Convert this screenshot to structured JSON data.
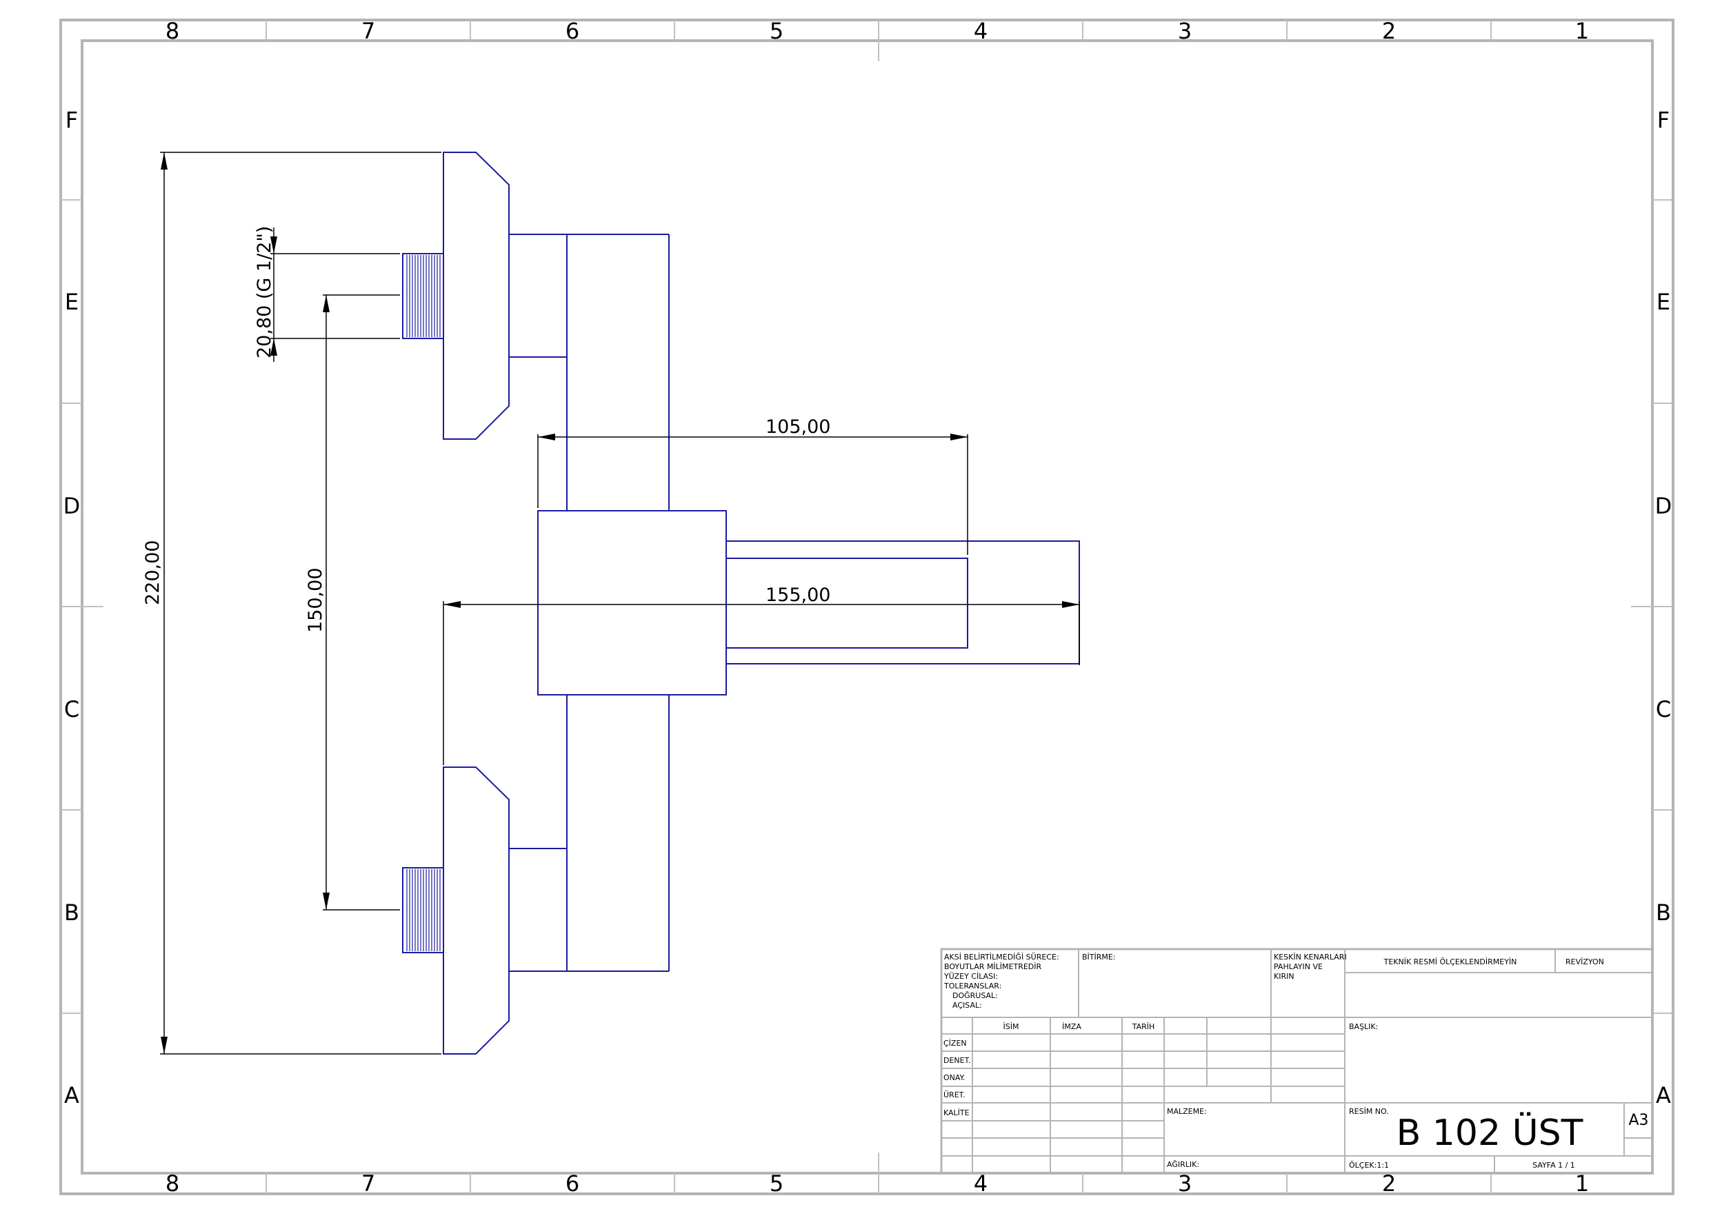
{
  "zones": {
    "columns": [
      "8",
      "7",
      "6",
      "5",
      "4",
      "3",
      "2",
      "1"
    ],
    "rows": [
      "F",
      "E",
      "D",
      "C",
      "B",
      "A"
    ]
  },
  "dimensions": {
    "overall_height": "220,00",
    "port_spacing": "150,00",
    "thread": "20,80 (G 1/2\")",
    "outlet_length": "105,00",
    "outlet_total": "155,00"
  },
  "title_block": {
    "notes": [
      "AKSİ BELİRTİLMEDİĞİ SÜRECE:",
      "BOYUTLAR MİLİMETREDİR",
      "YÜZEY CİLASI:",
      "TOLERANSLAR:",
      "DOĞRUSAL:",
      "AÇISAL:"
    ],
    "finish_label": "BİTİRME:",
    "edges_note": [
      "KESKİN KENARLARI",
      "PAHLAYIN VE",
      "KIRIN"
    ],
    "no_scale": "TEKNİK RESMİ ÖLÇEKLENDİRMEYİN",
    "revision": "REVİZYON",
    "col_headers": [
      "İSİM",
      "İMZA",
      "TARİH"
    ],
    "row_labels": [
      "ÇİZEN",
      "DENET.",
      "ONAY.",
      "ÜRET.",
      "KALİTE"
    ],
    "title_label": "BAŞLIK:",
    "material_label": "MALZEME:",
    "weight_label": "AĞIRLIK:",
    "drawing_no_label": "RESİM NO.",
    "drawing_no": "B 102 ÜST",
    "size": "A3",
    "scale": "ÖLÇEK:1:1",
    "sheet": "SAYFA 1 / 1"
  },
  "colors": {
    "geometry": "#1a1aa0",
    "frame": "#b4b4b4",
    "text": "#000000"
  }
}
